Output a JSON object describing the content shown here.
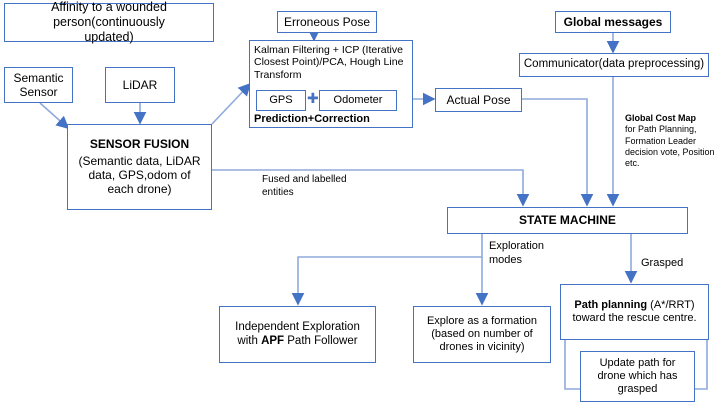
{
  "affinity": "Affinity to a wounded person(continuously updated)",
  "semantic_sensor": "Semantic Sensor",
  "lidar": "LiDAR",
  "sensor_fusion": {
    "title": "SENSOR FUSION",
    "body": "(Semantic data, LiDAR data, GPS,odom of each drone)"
  },
  "erroneous_pose": "Erroneous Pose",
  "kalman": {
    "text": "Kalman Filtering + ICP (Iterative Closest Point)/PCA, Hough Line Transform",
    "gps": "GPS",
    "plus": "✚",
    "odometer": "Odometer",
    "prediction": "Prediction+Correction"
  },
  "actual_pose": "Actual Pose",
  "global_messages": "Global messages",
  "communicator": "Communicator(data preprocessing)",
  "global_cost_map": {
    "title": "Global Cost Map",
    "body": "for Path Planning, Formation Leader decision vote, Position etc."
  },
  "fused_label": "Fused and labelled entities",
  "state_machine": "STATE MACHINE",
  "exploration_modes": "Exploration modes",
  "grasped": "Grasped",
  "independent": {
    "line1": "Independent Exploration",
    "with": "with ",
    "apf": "APF",
    "rest": " Path Follower"
  },
  "formation": "Explore as a formation (based on number of drones in vicinity)",
  "path_planning": {
    "bold": "Path planning",
    "rest": " (A*/RRT) toward the rescue centre."
  },
  "update_path": "Update path for drone which has grasped",
  "colors": {
    "border": "#4472c4",
    "arrow": "#8faadc"
  }
}
